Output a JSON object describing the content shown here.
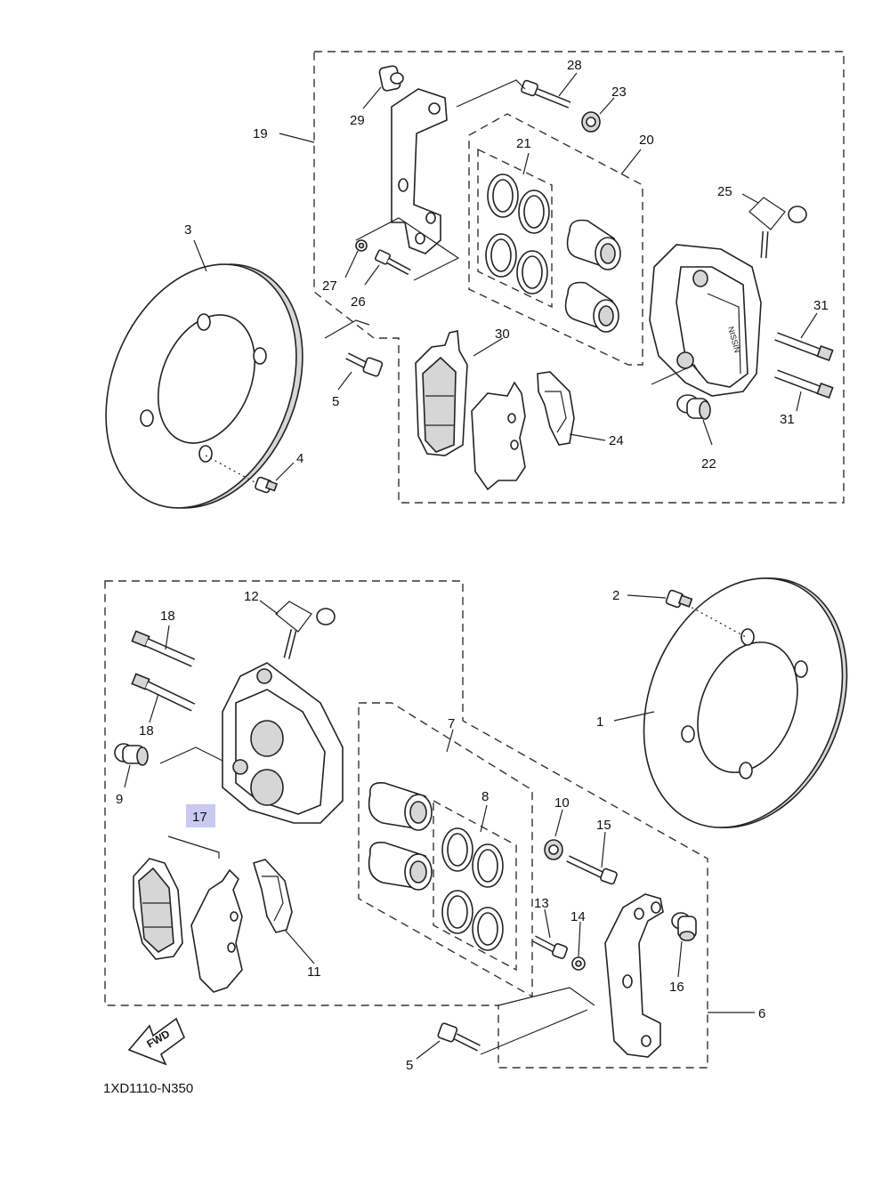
{
  "diagram_code": "1XD1110-N350",
  "fwd_label": "FWD",
  "highlight_color": "#c9c9f2",
  "callouts": [
    "1",
    "2",
    "3",
    "4",
    "5",
    "5",
    "6",
    "7",
    "8",
    "9",
    "10",
    "11",
    "12",
    "13",
    "14",
    "15",
    "16",
    "17",
    "18",
    "18",
    "19",
    "20",
    "21",
    "22",
    "23",
    "24",
    "25",
    "26",
    "27",
    "28",
    "29",
    "30",
    "31",
    "31"
  ]
}
